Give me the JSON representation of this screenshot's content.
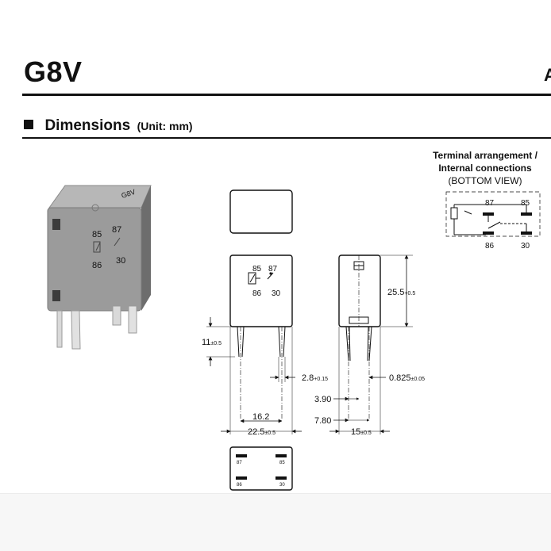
{
  "header": {
    "title": "G8V",
    "right_fragment": "A"
  },
  "section": {
    "title": "Dimensions",
    "unit": "(Unit: mm)"
  },
  "terminal": {
    "line1": "Terminal arrangement /",
    "line2": "Internal connections",
    "line3": "(BOTTOM VIEW)",
    "pins": {
      "p87": "87",
      "p85": "85",
      "p86": "86",
      "p30": "30"
    }
  },
  "photo": {
    "marking": "G8V",
    "pins": {
      "p85": "85",
      "p87": "87",
      "p86": "86",
      "p30": "30"
    }
  },
  "front": {
    "pins": {
      "p85": "85",
      "p87": "87",
      "p86": "86",
      "p30": "30"
    }
  },
  "bottom_view": {
    "p87": "87",
    "p85": "85",
    "p86": "86",
    "p30": "30"
  },
  "dims": {
    "pin_length": "11",
    "pin_length_tol": "±0.5",
    "pin_width": "2.8",
    "pin_width_tol": "+0.15",
    "pitch": "16.2",
    "width": "22.5",
    "width_tol": "±0.5",
    "height": "25.5",
    "height_tol": "+0.5",
    "pin_thickness": "0.825",
    "pin_thickness_tol": "±0.05",
    "offset_a": "3.90",
    "offset_b": "7.80",
    "depth": "15",
    "depth_tol": "±0.5"
  }
}
